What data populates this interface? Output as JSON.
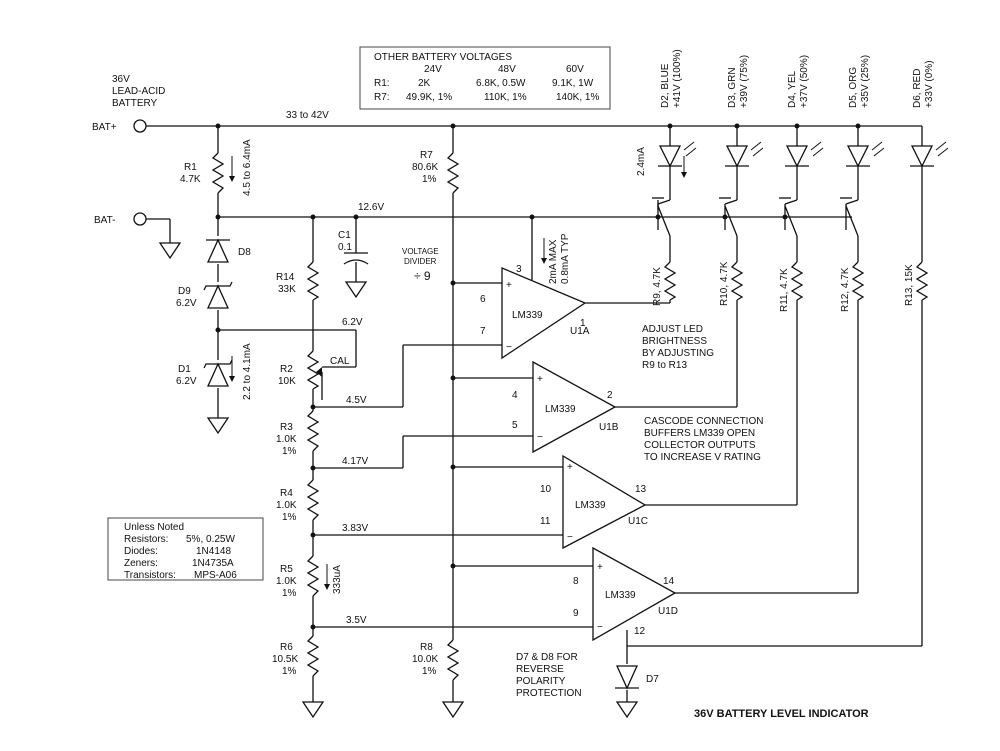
{
  "title": "36V BATTERY LEVEL INDICATOR",
  "battery": {
    "line1": "36V",
    "line2": "LEAD-ACID",
    "line3": "BATTERY",
    "bat_plus": "BAT+",
    "bat_minus": "BAT-",
    "range": "33 to 42V"
  },
  "rail_12v6": "12.6V",
  "other_voltages": {
    "heading": "OTHER BATTERY VOLTAGES",
    "columns": [
      "24V",
      "48V",
      "60V"
    ],
    "rows": [
      {
        "label": "R1:",
        "values": [
          "2K",
          "6.8K, 0.5W",
          "9.1K, 1W"
        ]
      },
      {
        "label": "R7:",
        "values": [
          "49.9K, 1%",
          "110K, 1%",
          "140K, 1%"
        ]
      }
    ]
  },
  "notes": {
    "heading": "Unless Noted",
    "rows": [
      {
        "k": "Resistors:",
        "v": "5%, 0.25W"
      },
      {
        "k": "Diodes:",
        "v": "1N4148"
      },
      {
        "k": "Zeners:",
        "v": "1N4735A"
      },
      {
        "k": "Transistors:",
        "v": "MPS-A06"
      }
    ]
  },
  "components": {
    "r1": [
      "R1",
      "4.7K"
    ],
    "r1_current": "4.5 to 6.4mA",
    "d8": "D8",
    "d9": [
      "D9",
      "6.2V"
    ],
    "d1": [
      "D1",
      "6.2V"
    ],
    "d1_current": "2.2 to 4.1mA",
    "c1": [
      "C1",
      "0.1"
    ],
    "r14": [
      "R14",
      "33K"
    ],
    "r2": [
      "R2",
      "10K"
    ],
    "cal": "CAL",
    "r3": [
      "R3",
      "1.0K",
      "1%"
    ],
    "r4": [
      "R4",
      "1.0K",
      "1%"
    ],
    "r5": [
      "R5",
      "1.0K",
      "1%"
    ],
    "r5_current": "333uA",
    "r6": [
      "R6",
      "10.5K",
      "1%"
    ],
    "r7": [
      "R7",
      "80.6K",
      "1%"
    ],
    "r8": [
      "R8",
      "10.0K",
      "1%"
    ],
    "divider": [
      "VOLTAGE",
      "DIVIDER",
      "÷ 9"
    ],
    "u1_current": [
      "2mA MAX",
      "0.8mA TYP"
    ],
    "r9": "R9, 4.7K",
    "r10": "R10, 4.7K",
    "r11": "R11, 4.7K",
    "r12": "R12, 4.7K",
    "r13": "R13, 15K",
    "d7": "D7",
    "led_current": "2.4mA"
  },
  "taps": {
    "v6_2": "6.2V",
    "v4_5": "4.5V",
    "v4_17": "4.17V",
    "v3_83": "3.83V",
    "v3_5": "3.5V"
  },
  "leds": [
    {
      "label": "D2, BLUE",
      "threshold": "+41V (100%)",
      "color": "#1f5fd6"
    },
    {
      "label": "D3, GRN",
      "threshold": "+39V (75%)",
      "color": "#28c21f"
    },
    {
      "label": "D4, YEL",
      "threshold": "+37V (50%)",
      "color": "#f2e11b"
    },
    {
      "label": "D5, ORG",
      "threshold": "+35V (25%)",
      "color": "#f0821a"
    },
    {
      "label": "D6, RED",
      "threshold": "+33V (0%)",
      "color": "#d81818"
    }
  ],
  "opamps": [
    {
      "name": "LM339",
      "unit": "U1A",
      "pin_top": "6",
      "pin_bot": "7",
      "pin_out": "1",
      "pin_supply": "3"
    },
    {
      "name": "LM339",
      "unit": "U1B",
      "pin_top": "4",
      "pin_bot": "5",
      "pin_out": "2"
    },
    {
      "name": "LM339",
      "unit": "U1C",
      "pin_top": "10",
      "pin_bot": "11",
      "pin_out": "13"
    },
    {
      "name": "LM339",
      "unit": "U1D",
      "pin_top": "8",
      "pin_bot": "9",
      "pin_out": "14",
      "pin_gnd": "12"
    }
  ],
  "annotations": {
    "led_adjust": [
      "ADJUST LED",
      "BRIGHTNESS",
      "BY ADJUSTING",
      "R9 to R13"
    ],
    "cascode": [
      "CASCODE CONNECTION",
      "BUFFERS LM339 OPEN",
      "COLLECTOR OUTPUTS",
      "TO INCREASE V RATING"
    ],
    "protection": [
      "D7 & D8 FOR",
      "REVERSE",
      "POLARITY",
      "PROTECTION"
    ]
  }
}
